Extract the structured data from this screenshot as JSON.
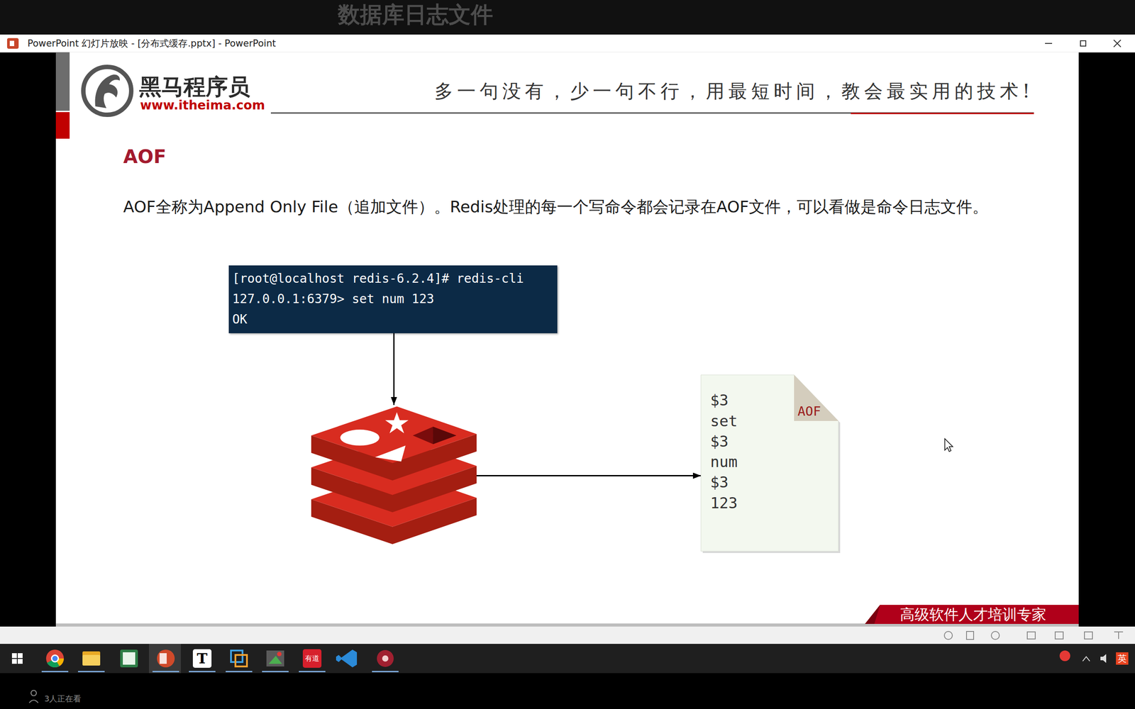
{
  "diagram": {
    "title": "AOF",
    "nodes": [
      {
        "text": [
          "[root@localhost redis-6.2.4]# redis-cli",
          "127.0.0.1:6379> set num 123",
          "OK"
        ]
      },
      {
        "text": []
      },
      {
        "text": [
          "$3",
          "set",
          "$3",
          "num",
          "$3",
          "123",
          "AOF"
        ]
      }
    ],
    "edges": [
      {
        "from": 0,
        "to": 1,
        "arrow": "to"
      },
      {
        "from": 1,
        "to": 2,
        "arrow": "to"
      }
    ],
    "labels": [
      "数据库日志文件",
      "PowerPoint 幻灯片放映 - [分布式缓存.pptx] - PowerPoint",
      "黑马程序员",
      "www.itheima.com",
      "多一句没有，少一句不行，用最短时间，教会最实用的技术!",
      "AOF全称为Append Only File（追加文件）。Redis处理的每一个写命令都会记录在AOF文件，可以看做是命令日志文件。",
      "高级软件人才培训专家",
      "有道",
      "T",
      "英",
      "3人正在看"
    ]
  }
}
